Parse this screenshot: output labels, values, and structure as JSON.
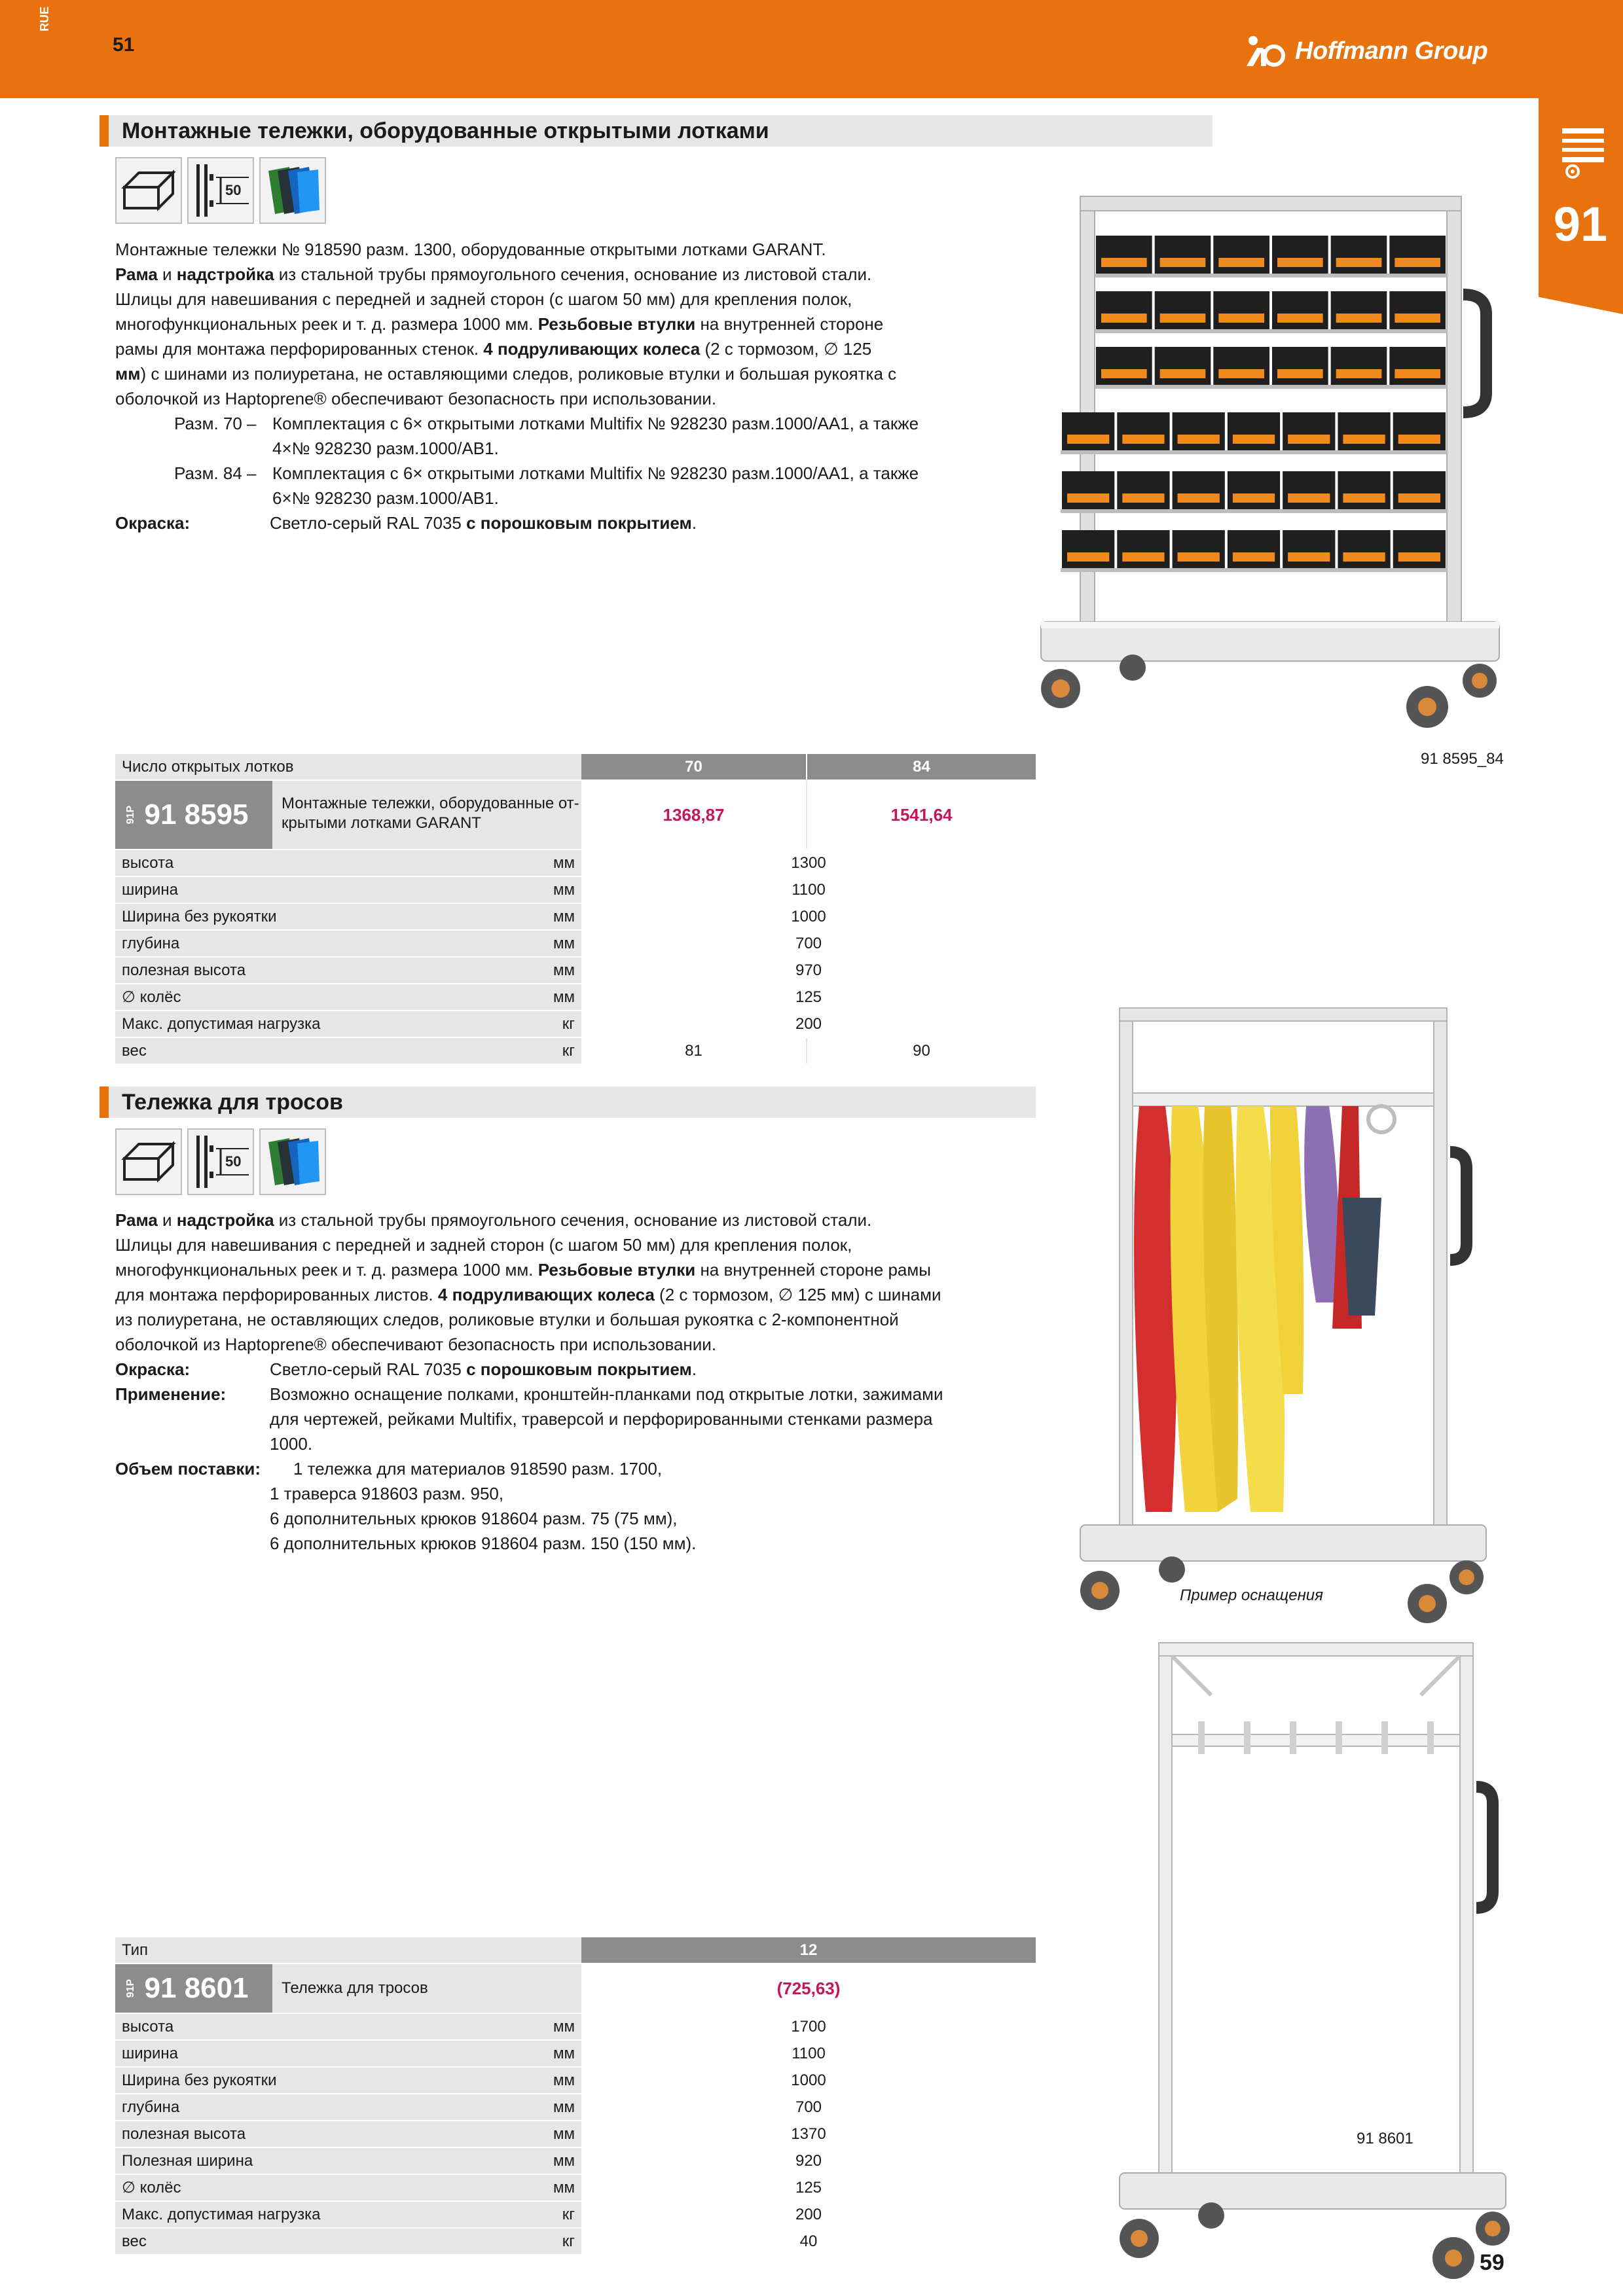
{
  "header": {
    "lang": "RUE",
    "page_ref": "51",
    "brand": "Hoffmann Group",
    "tab_number": "91",
    "page_number": "59",
    "accent_color": "#e8730e",
    "price_color": "#c2185b"
  },
  "section1": {
    "title": "Монтажные тележки, оборудованные открытыми лотками",
    "icon_dim": "50",
    "intro": "Монтажные тележки № 918590 разм. 1300, оборудованные открытыми лотками GARANT.",
    "lines": [
      {
        "b1": "Рама",
        "t1": " и ",
        "b2": "надстройка",
        "t2": " из стальной трубы прямоугольного сечения, основание из листовой стали."
      },
      {
        "b1": "",
        "t1": "Шлицы для навешивания с передней и задней сторон (с шагом 50 мм) для крепления полок,",
        "b2": "",
        "t2": ""
      },
      {
        "b1": "",
        "t1": "многофункциональных реек и т. д. размера 1000 мм. ",
        "b2": "Резьбовые втулки",
        "t2": " на внутренней стороне"
      },
      {
        "b1": "",
        "t1": "рамы для монтажа перфорированных стенок. ",
        "b2": "4 подруливающих колеса",
        "t2": " (2 с тормозом, ∅ 125"
      },
      {
        "b1": "мм",
        "t1": ") с шинами из полиуретана, не оставляющими следов, роликовые втулки и большая рукоятка с",
        "b2": "",
        "t2": ""
      },
      {
        "b1": "",
        "t1": "оболочкой из Haptoprene® обеспечивают безопасность при использовании.",
        "b2": "",
        "t2": ""
      }
    ],
    "sizes": [
      {
        "label": "Разм. 70 –",
        "l1": "Комплектация с 6× открытыми лотками Multifix № 928230 разм.1000/AA1, а также",
        "l2": "4×№ 928230 разм.1000/AB1."
      },
      {
        "label": "Разм. 84 –",
        "l1": "Комплектация с 6× открытыми лотками Multifix № 928230 разм.1000/AA1, а также",
        "l2": "6×№ 928230 разм.1000/AB1."
      }
    ],
    "paint_label": "Окраска:",
    "paint_text": "Светло-серый RAL 7035 ",
    "paint_bold": "с порошковым покрытием",
    "paint_end": ".",
    "image_code": "91 8595_84"
  },
  "table1": {
    "header_label": "Число открытых лотков",
    "columns": [
      "70",
      "84"
    ],
    "prefix": "91P",
    "article": "91 8595",
    "desc_l1": "Монтажные тележки, оборудованные от-",
    "desc_l2": "крытыми лотками GARANT",
    "prices": [
      "1368,87",
      "1541,64"
    ],
    "rows": [
      {
        "name": "высота",
        "unit": "мм",
        "v": "1300"
      },
      {
        "name": "ширина",
        "unit": "мм",
        "v": "1100"
      },
      {
        "name": "Ширина без рукоятки",
        "unit": "мм",
        "v": "1000"
      },
      {
        "name": "глубина",
        "unit": "мм",
        "v": "700"
      },
      {
        "name": "полезная высота",
        "unit": "мм",
        "v": "970"
      },
      {
        "name": "∅ колёс",
        "unit": "мм",
        "v": "125"
      },
      {
        "name": "Макс. допустимая нагрузка",
        "unit": "кг",
        "v": "200"
      }
    ],
    "weight": {
      "name": "вес",
      "unit": "кг",
      "v1": "81",
      "v2": "90"
    }
  },
  "section2": {
    "title": "Тележка для тросов",
    "icon_dim": "50",
    "lines": [
      {
        "b1": "Рама",
        "t1": " и ",
        "b2": "надстройка",
        "t2": " из стальной трубы прямоугольного сечения, основание из листовой стали."
      },
      {
        "b1": "",
        "t1": "Шлицы для навешивания с передней и задней сторон (с шагом 50 мм) для крепления полок,",
        "b2": "",
        "t2": ""
      },
      {
        "b1": "",
        "t1": "многофункциональных реек и т. д. размера 1000 мм. ",
        "b2": "Резьбовые втулки",
        "t2": " на внутренней стороне рамы"
      },
      {
        "b1": "",
        "t1": "для монтажа перфорированных листов. ",
        "b2": "4 подруливающих колеса",
        "t2": " (2 с тормозом, ∅ 125 мм) с шинами"
      },
      {
        "b1": "",
        "t1": "из полиуретана, не оставляющих следов, роликовые втулки и большая рукоятка с 2-компонентной",
        "b2": "",
        "t2": ""
      },
      {
        "b1": "",
        "t1": "оболочкой из Haptoprene® обеспечивают безопасность при использовании.",
        "b2": "",
        "t2": ""
      }
    ],
    "paint_label": "Окраска:",
    "paint_text": "Светло-серый RAL 7035 ",
    "paint_bold": "с порошковым покрытием",
    "paint_end": ".",
    "use_label": "Применение:",
    "use_lines": [
      "Возможно оснащение полками, кронштейн-планками под открытые лотки, зажимами",
      "для чертежей, рейками Multifix, траверсой и перфорированными стенками размера",
      "1000."
    ],
    "supply_label": "Объем поставки:",
    "supply_lines": [
      "1 тележка для материалов 918590 разм. 1700,",
      "1 траверса 918603 разм. 950,",
      "6 дополнительных крюков 918604 разм. 75 (75 мм),",
      "6 дополнительных крюков 918604 разм. 150 (150 мм)."
    ],
    "caption_example": "Пример оснащения",
    "image_code": "91 8601"
  },
  "table2": {
    "header_label": "Тип",
    "column": "12",
    "prefix": "91P",
    "article": "91 8601",
    "desc": "Тележка для тросов",
    "price": "(725,63)",
    "rows": [
      {
        "name": "высота",
        "unit": "мм",
        "v": "1700"
      },
      {
        "name": "ширина",
        "unit": "мм",
        "v": "1100"
      },
      {
        "name": "Ширина без рукоятки",
        "unit": "мм",
        "v": "1000"
      },
      {
        "name": "глубина",
        "unit": "мм",
        "v": "700"
      },
      {
        "name": "полезная высота",
        "unit": "мм",
        "v": "1370"
      },
      {
        "name": "Полезная ширина",
        "unit": "мм",
        "v": "920"
      },
      {
        "name": "∅ колёс",
        "unit": "мм",
        "v": "125"
      },
      {
        "name": "Макс. допустимая нагрузка",
        "unit": "кг",
        "v": "200"
      },
      {
        "name": "вес",
        "unit": "кг",
        "v": "40"
      }
    ]
  }
}
